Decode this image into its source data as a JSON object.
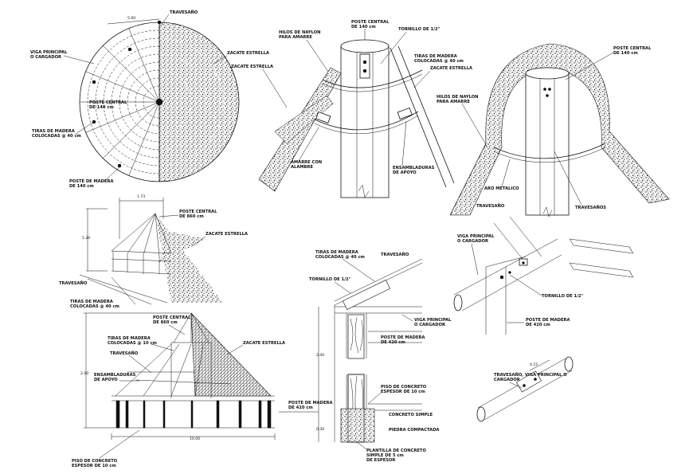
{
  "labels": {
    "travesano": "TRAVESAÑO",
    "viga_principal": "VIGA PRINCIPAL\nO CARGADOR",
    "poste_central_top": "POSTE CENTRAL\nDE 140 cm",
    "hilos_nylon": "HILOS DE NAYLON\nPARA AMARRE",
    "tornillo_half": "TORNILLO DE 1/2\"",
    "tiras_madera_40": "TIRAS DE MADERA\nCOLOCADAS @ 40 cm",
    "zacate_estrella": "ZACATE ESTRELLA",
    "tiras_madera_colocadas": "TIRAS DE MADERA\nCOLOCADAS @ 40 cm",
    "poste_madera_140": "POSTE DE MADERA\nDE 140 cm",
    "poste_central_grande": "POSTE CENTRAL\nDE 140 cm",
    "amarre_alambre": "AMARRE CON\nALAMBRE",
    "ensambladuras": "ENSAMBLADURAS\nDE APOYO",
    "aro_metalico": "ARO METALICO",
    "travesanos": "TRAVESAÑOS",
    "poste_central_elev": "POSTE CENTRAL\nDE 860 cm",
    "tiras_madera_elev": "TIRAS DE MADERA\nCOLOCADAS @ 40 cm",
    "poste_central_lower": "POSTE CENTRAL\nDE 860 cm",
    "tiras_madera_lower": "TIRAS DE MADERA\nCOLOCADAS @ 10 cm",
    "travesano_lower": "TRAVESAÑO",
    "ensambladuras_lower": "ENSAMBLADURAS\nDE APOYO",
    "zacate_lower": "ZACATE ESTRELLA",
    "piso_concreto": "PISO DE CONCRETO\nESPESOR DE 10 cm",
    "poste_madera_420": "POSTE DE MADERA\nDE 420 cm",
    "tiras_detail": "TIRAS DE MADERA\nCOLOCADAS @ 40 cm",
    "travesano_detail": "TRAVESAÑO",
    "tornillo_detail": "TORNILLO DE 1/2\"",
    "viga_detail": "VIGA PRINCIPAL\nO CARGADOR",
    "poste_detail": "POSTE DE MADERA\nDE 420 cm",
    "piso_detail": "PISO DE CONCRETO\nESPESOR DE 10 cm",
    "concreto_simple": "CONCRETO SIMPLE",
    "piedra_compactada": "PIEDRA COMPACTADA",
    "plantilla": "PLANTILLA DE CONCRETO\nSIMPLE DE 5 cm\nDE ESPESOR",
    "viga_joint": "VIGA PRINCIPAL\nO CARGADOR",
    "tornillo_joint": "TORNILLO DE 1/2\"",
    "poste_joint": "POSTE DE MADERA\nDE 420 cm",
    "travesano_joint": "TRAVESAÑO, VIGA PRINCIPAL O\nCARGADOR"
  },
  "dims": {
    "plan_radius": "5.00",
    "elev_width_small": "1.73",
    "elev_width_lower": "10.00",
    "post_h1": "2.00",
    "post_h2": "0.30",
    "small_h": "1.20",
    "joint_dim": "0.15"
  },
  "colors": {
    "line": "#111111",
    "background": "#ffffff"
  }
}
